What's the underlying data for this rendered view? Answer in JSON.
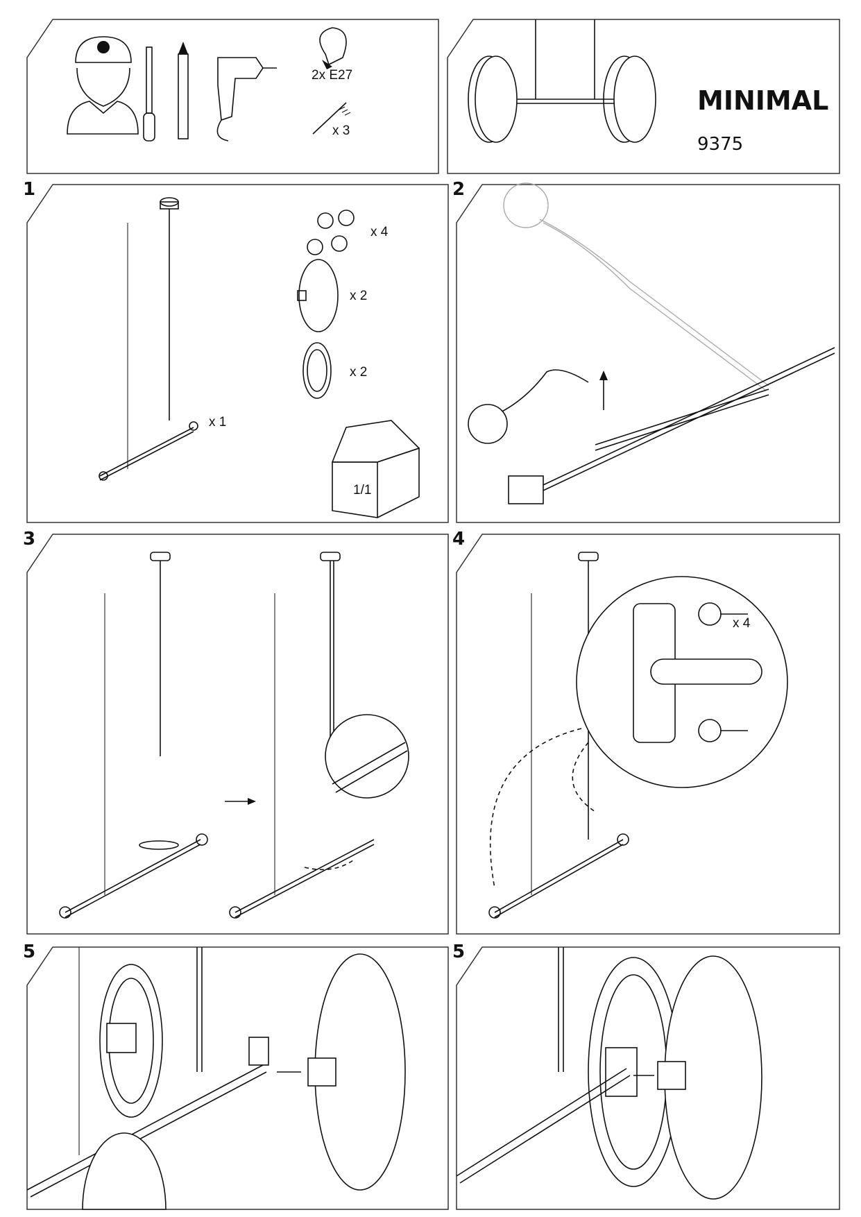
{
  "header": {
    "tools": {
      "bulb_label": "2x E27",
      "plug_label": "x 3"
    },
    "product": {
      "name": "MINIMAL",
      "code": "9375"
    }
  },
  "steps": [
    {
      "number": "1",
      "labels": {
        "screws": "x 4",
        "shades": "x 2",
        "rings": "x 2",
        "fixture": "x 1",
        "box": "1/1"
      }
    },
    {
      "number": "2"
    },
    {
      "number": "3"
    },
    {
      "number": "4",
      "labels": {
        "screws": "x 4"
      }
    },
    {
      "number": "5"
    },
    {
      "number": "5"
    }
  ],
  "colors": {
    "line": "#111111",
    "frame": "#333333",
    "faded": "#aaaaaa"
  }
}
